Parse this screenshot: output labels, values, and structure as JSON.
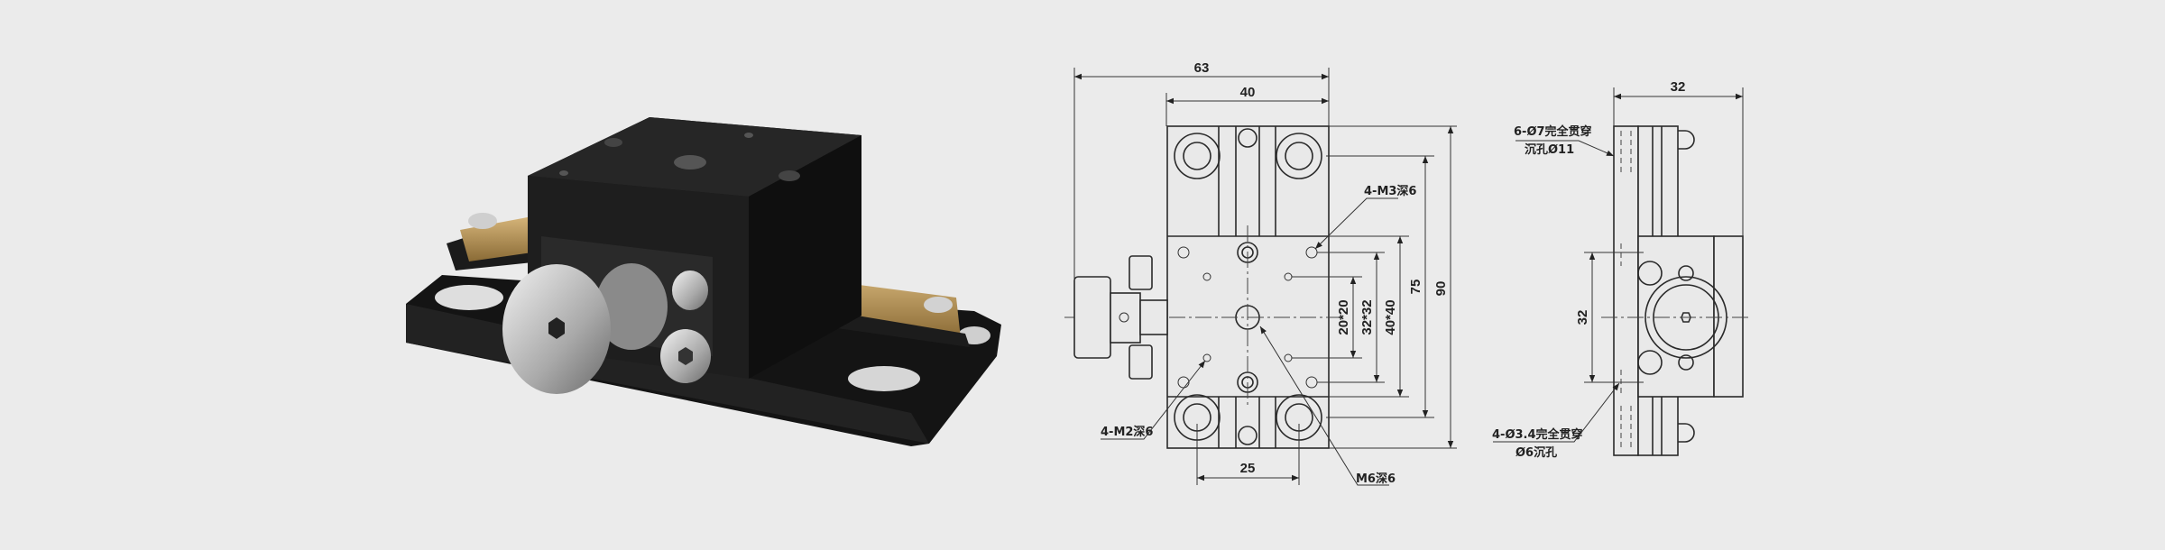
{
  "front_view": {
    "dim_total_width": "63",
    "dim_top_width": "40",
    "dim_total_height": "90",
    "dim_mount_pitch": "75",
    "dim_hole_40": "40*40",
    "dim_hole_32": "32*32",
    "dim_hole_20": "20*20",
    "dim_base_pitch": "25",
    "note_m3": "4-M3深6",
    "note_m2": "4-M2深6",
    "note_m6": "M6深6"
  },
  "side_view": {
    "dim_height": "32",
    "dim_hole_pitch": "32",
    "note_top_line1": "6-Ø7完全贯穿",
    "note_top_line2": "沉孔Ø11",
    "note_bottom_line1": "4-Ø3.4完全贯穿",
    "note_bottom_line2": "Ø6沉孔"
  },
  "colors": {
    "background": "#ebebeb",
    "stage_black": "#1c1c1c",
    "rack_brass": "#b08d52"
  }
}
